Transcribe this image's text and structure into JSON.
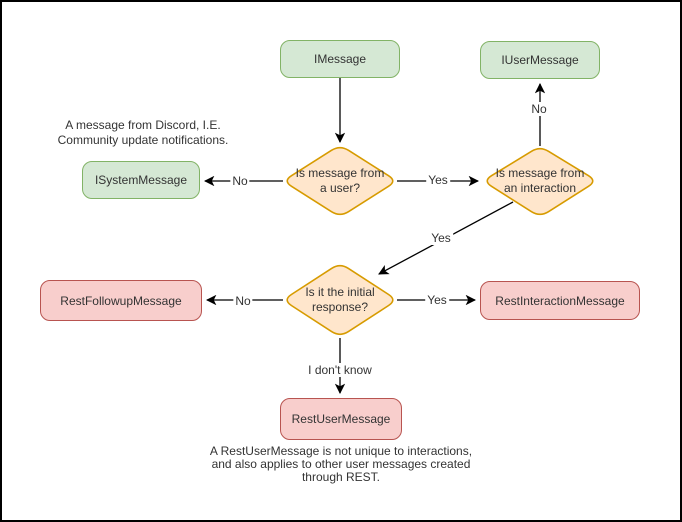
{
  "palette": {
    "interface_fill": "#d5e8d4",
    "interface_border": "#82b366",
    "decision_fill": "#ffe6cc",
    "decision_border": "#d79b00",
    "rest_fill": "#f8cecc",
    "rest_border": "#b85450",
    "edge_color": "#000000",
    "text_color": "#333333",
    "canvas_border": "#000000",
    "background": "#ffffff"
  },
  "nodes": {
    "imessage": "IMessage",
    "iusermessage": "IUserMessage",
    "isystemmessage": "ISystemMessage",
    "restfollowupmessage": "RestFollowupMessage",
    "restinteractionmessage": "RestInteractionMessage",
    "restusermessage": "RestUserMessage"
  },
  "decisions": {
    "from_user": {
      "line1": "Is message from",
      "line2": "a user?"
    },
    "from_interaction": {
      "line1": "Is message from",
      "line2": "an interaction"
    },
    "initial_response": {
      "line1": "Is it the initial",
      "line2": "response?"
    }
  },
  "edges": {
    "from_user_no": "No",
    "from_user_yes": "Yes",
    "from_interaction_no": "No",
    "from_interaction_yes": "Yes",
    "initial_response_no": "No",
    "initial_response_yes": "Yes",
    "initial_response_unknown": "I don't know"
  },
  "annotations": {
    "system_note": [
      "A message from Discord, I.E.",
      "Community update notifications."
    ],
    "rest_note": [
      "A RestUserMessage is not unique to interactions,",
      "and also applies to other user messages created",
      "through REST."
    ]
  }
}
